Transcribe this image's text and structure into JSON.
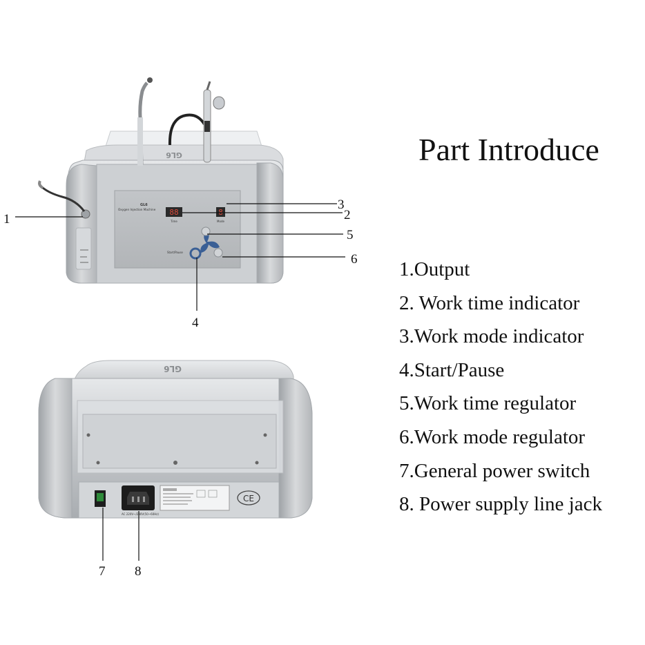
{
  "title": "Part Introduce",
  "parts": [
    "1.Output",
    "2. Work time indicator",
    "3.Work mode indicator",
    "4.Start/Pause",
    "5.Work time regulator",
    "6.Work mode regulator",
    "7.General power switch",
    "8. Power supply line jack"
  ],
  "callouts": [
    "1",
    "2",
    "3",
    "4",
    "5",
    "6",
    "7",
    "8"
  ],
  "device_front": {
    "brand": "GL6",
    "model_name": "Oxygen Injection Machine",
    "time_display": "88",
    "mode_display": "8",
    "time_label": "Time",
    "mode_label": "Mode",
    "start_label": "Start/Pause"
  },
  "device_back": {
    "brand": "GL6",
    "ce_mark": "CE",
    "power_rating": "AC 220V~/230V(50~60Hz)"
  },
  "colors": {
    "device_silver": "#c9cccf",
    "panel": "#b9bcbf",
    "switch_green": "#2e8b3a",
    "display_red": "#c0392b",
    "line": "#111111"
  }
}
